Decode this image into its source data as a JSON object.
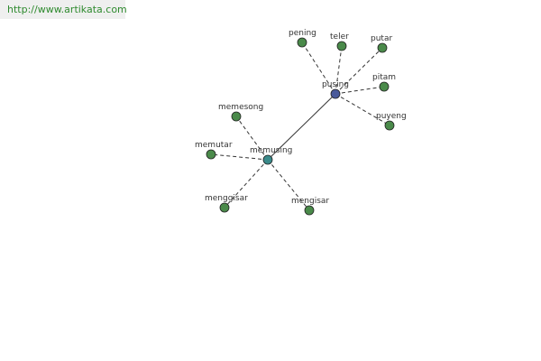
{
  "watermark": {
    "url": "http://www.artikata.com"
  },
  "colors": {
    "leaf_fill": "#4a8a4a",
    "center_fill": "#4a5a9a",
    "hub_fill": "#3a8a8a",
    "edge": "#333333",
    "watermark_text": "#2e8a2e",
    "watermark_bg": "#efefef"
  },
  "graph": {
    "center": "pusing",
    "hub": "memusing",
    "pusing_synonyms": [
      "pening",
      "teler",
      "putar",
      "pitam",
      "puyeng"
    ],
    "memusing_synonyms": [
      "memesong",
      "memutar",
      "menggisar",
      "mengisar"
    ]
  }
}
